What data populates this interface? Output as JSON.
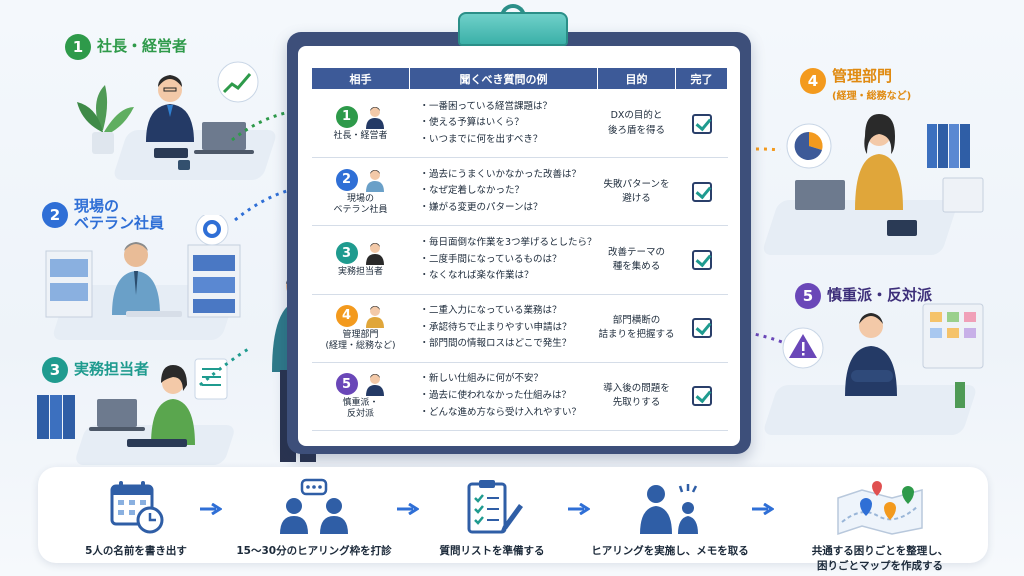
{
  "personas": [
    {
      "num": "1",
      "title": "社長・経営者",
      "subtitle": "",
      "color": "#2e9a4a"
    },
    {
      "num": "2",
      "title": "現場の\nベテラン社員",
      "subtitle": "",
      "color": "#2f6fd6"
    },
    {
      "num": "3",
      "title": "実務担当者",
      "subtitle": "",
      "color": "#1f9b8f"
    },
    {
      "num": "4",
      "title": "管理部門",
      "subtitle": "(経理・総務など)",
      "color": "#f39a1e"
    },
    {
      "num": "5",
      "title": "慎重派・反対派",
      "subtitle": "",
      "color": "#6a47b8"
    }
  ],
  "table": {
    "headers": [
      "相手",
      "聞くべき質問の例",
      "目的",
      "完了"
    ],
    "rows": [
      {
        "num": "1",
        "color": "#2e9a4a",
        "who": "社長・経営者",
        "questions": [
          "一番困っている経営課題は？",
          "使える予算はいくら？",
          "いつまでに何を出すべき？"
        ],
        "purpose": "DXの目的と\n後ろ盾を得る",
        "done": true
      },
      {
        "num": "2",
        "color": "#2f6fd6",
        "who": "現場の\nベテラン社員",
        "questions": [
          "過去にうまくいかなかった改善は？",
          "なぜ定着しなかった？",
          "嫌がる変更のパターンは？"
        ],
        "purpose": "失敗パターンを\n避ける",
        "done": true
      },
      {
        "num": "3",
        "color": "#1f9b8f",
        "who": "実務担当者",
        "questions": [
          "毎日面倒な作業を3つ挙げるとしたら？",
          "二度手間になっているものは？",
          "なくなれば楽な作業は？"
        ],
        "purpose": "改善テーマの\n種を集める",
        "done": true
      },
      {
        "num": "4",
        "color": "#f39a1e",
        "who": "管理部門\n(経理・総務など)",
        "questions": [
          "二重入力になっている業務は？",
          "承認待ちで止まりやすい申請は？",
          "部門間の情報ロスはどこで発生？"
        ],
        "purpose": "部門横断の\n詰まりを把握する",
        "done": true
      },
      {
        "num": "5",
        "color": "#6a47b8",
        "who": "慎重派・\n反対派",
        "questions": [
          "新しい仕組みに何が不安？",
          "過去に使われなかった仕組みは？",
          "どんな進め方なら受け入れやすい？"
        ],
        "purpose": "導入後の問題を\n先取りする",
        "done": true
      }
    ]
  },
  "steps": [
    {
      "label": "5人の名前を書き出す",
      "icon": "calendar-clock-icon"
    },
    {
      "label": "15〜30分のヒアリング枠を打診",
      "icon": "people-chat-icon"
    },
    {
      "label": "質問リストを準備する",
      "icon": "clipboard-pen-icon"
    },
    {
      "label": "ヒアリングを実施し、メモを取る",
      "icon": "interview-icon"
    },
    {
      "label": "共通する困りごとを整理し、\n困りごとマップを作成する",
      "icon": "map-pins-icon"
    }
  ]
}
